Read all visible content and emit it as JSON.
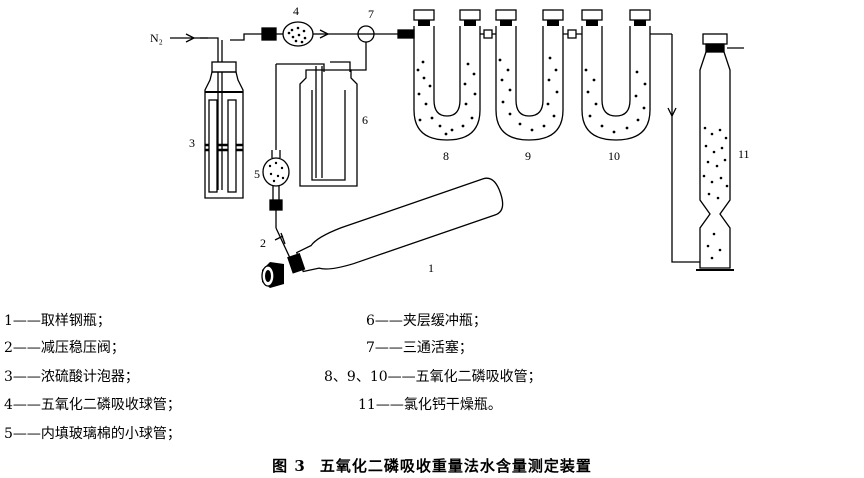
{
  "figure": {
    "inlet_label": "N₂",
    "callouts": {
      "c1": "1",
      "c2": "2",
      "c3": "3",
      "c4": "4",
      "c5": "5",
      "c6": "6",
      "c7": "7",
      "c8": "8",
      "c9": "9",
      "c10": "10",
      "c11": "11"
    }
  },
  "legend": {
    "left": [
      "1——取样钢瓶；",
      "2——减压稳压阀；",
      "3——浓硫酸计泡器；",
      "4——五氧化二磷吸收球管；",
      "5——内填玻璃棉的小球管；"
    ],
    "right": [
      "6——夹层缓冲瓶；",
      "7——三通活塞；",
      "8、9、10——五氧化二磷吸收管；",
      "11——氯化钙干燥瓶。"
    ]
  },
  "caption": {
    "number": "图 3",
    "title": "五氧化二磷吸收重量法水含量测定装置"
  }
}
